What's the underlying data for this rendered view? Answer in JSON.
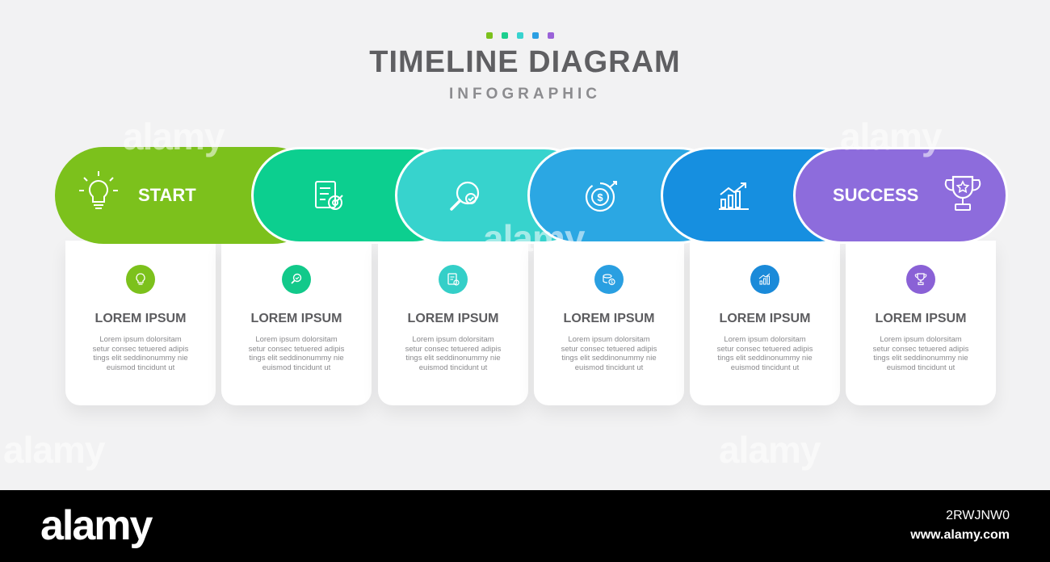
{
  "header": {
    "title": "TIMELINE DIAGRAM",
    "subtitle": "INFOGRAPHIC",
    "dot_colors": [
      "#7cc11c",
      "#1ccf8e",
      "#38d3cf",
      "#2b9fe3",
      "#9a62d8"
    ]
  },
  "timeline": {
    "segments": [
      {
        "label": "START",
        "icon": "lightbulb-icon",
        "color": "#7cc11c"
      },
      {
        "label": "",
        "icon": "checklist-target-icon",
        "color": "#0ccf8f"
      },
      {
        "label": "",
        "icon": "magnifier-check-icon",
        "color": "#37d3cd"
      },
      {
        "label": "",
        "icon": "dollar-target-icon",
        "color": "#2ba7e3"
      },
      {
        "label": "",
        "icon": "bar-chart-growth-icon",
        "color": "#168fe0"
      },
      {
        "label": "SUCCESS",
        "icon": "trophy-icon",
        "color": "#8d6cdc"
      }
    ]
  },
  "cards": [
    {
      "title": "LOREM IPSUM",
      "icon": "lightbulb-icon",
      "color": "#7cc11c",
      "lines": [
        "Lorem ipsum dolorsitam",
        "setur consec tetuered adipis",
        "tings elit seddinonummy nie",
        "euismod tincidunt ut"
      ]
    },
    {
      "title": "LOREM IPSUM",
      "icon": "magnifier-check-icon",
      "color": "#12c98a",
      "lines": [
        "Lorem ipsum dolorsitam",
        "setur consec tetuered adipis",
        "tings elit seddinonummy nie",
        "euismod tincidunt ut"
      ]
    },
    {
      "title": "LOREM IPSUM",
      "icon": "checklist-target-icon",
      "color": "#34cfc8",
      "lines": [
        "Lorem ipsum dolorsitam",
        "setur consec tetuered adipis",
        "tings elit seddinonummy nie",
        "euismod tincidunt ut"
      ]
    },
    {
      "title": "LOREM IPSUM",
      "icon": "coins-dollar-icon",
      "color": "#2a9fe1",
      "lines": [
        "Lorem ipsum dolorsitam",
        "setur consec tetuered adipis",
        "tings elit seddinonummy nie",
        "euismod tincidunt ut"
      ]
    },
    {
      "title": "LOREM IPSUM",
      "icon": "bar-chart-growth-icon",
      "color": "#1a8ad9",
      "lines": [
        "Lorem ipsum dolorsitam",
        "setur consec tetuered adipis",
        "tings elit seddinonummy nie",
        "euismod tincidunt ut"
      ]
    },
    {
      "title": "LOREM IPSUM",
      "icon": "trophy-icon",
      "color": "#8a61d6",
      "lines": [
        "Lorem ipsum dolorsitam",
        "setur consec tetuered adipis",
        "tings elit seddinonummy nie",
        "euismod tincidunt ut"
      ]
    }
  ],
  "watermark": {
    "text": "alamy",
    "image_id": "2RWJNW0",
    "url": "www.alamy.com"
  }
}
